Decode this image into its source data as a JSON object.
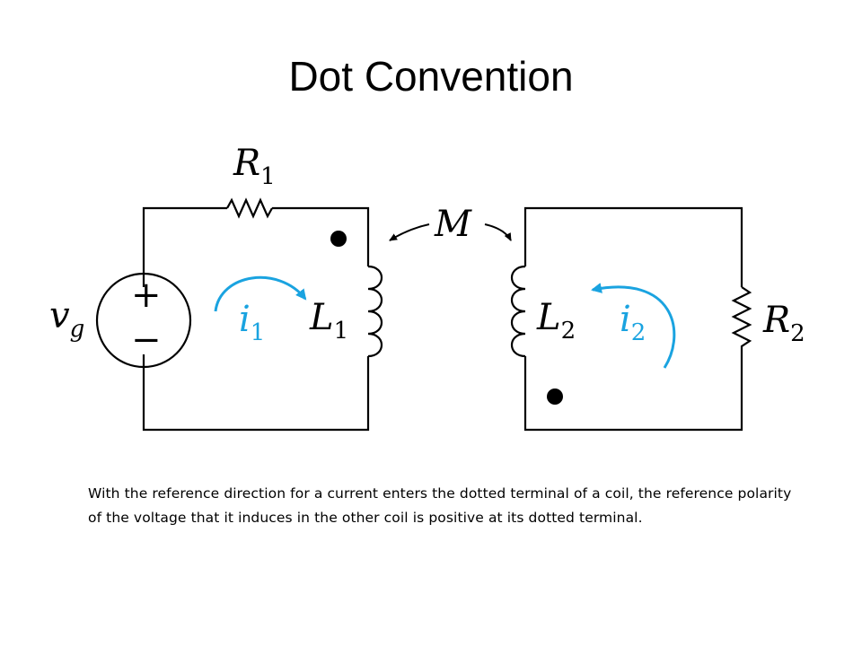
{
  "slide": {
    "title": "Dot Convention",
    "caption": "With the reference direction for a current enters the dotted terminal of a coil, the reference polarity of the voltage that it induces in the other coil is positive at its dotted terminal."
  },
  "diagram": {
    "labels": {
      "r1": "R",
      "r1_sub": "1",
      "r2": "R",
      "r2_sub": "2",
      "l1": "L",
      "l1_sub": "1",
      "l2": "L",
      "l2_sub": "2",
      "i1": "i",
      "i1_sub": "1",
      "i2": "i",
      "i2_sub": "2",
      "vg": "v",
      "vg_sub": "g",
      "m": "M",
      "plus": "+",
      "minus": "−"
    },
    "colors": {
      "current": "#1aa3e0",
      "wire": "#000000"
    }
  }
}
